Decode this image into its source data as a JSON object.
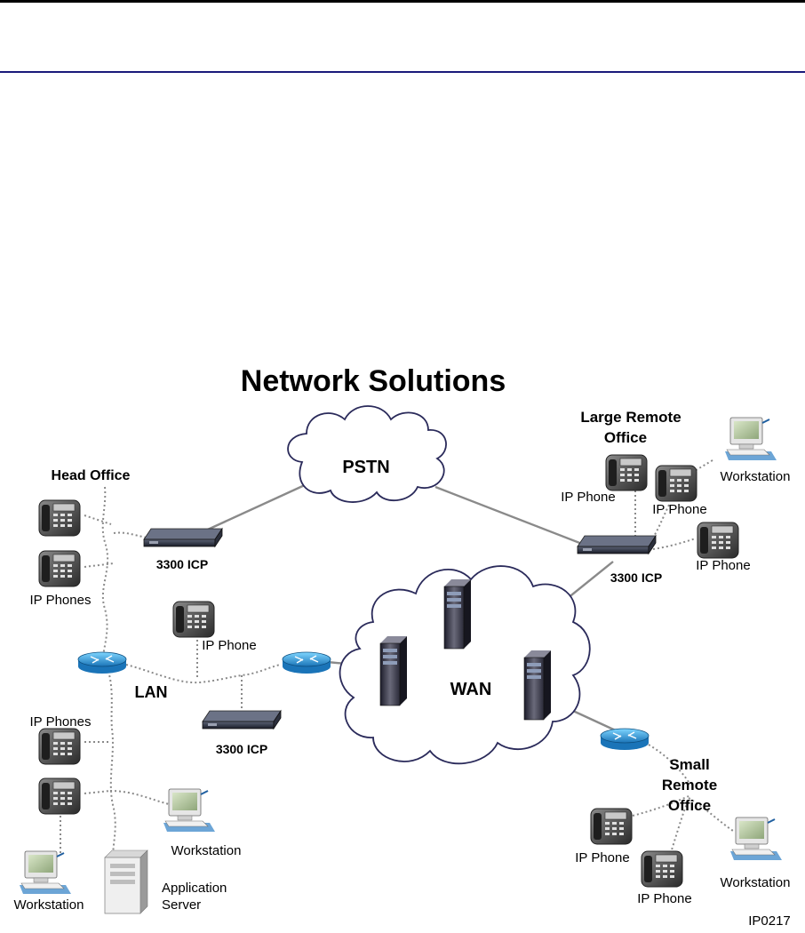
{
  "diagram": {
    "title": "Network Solutions",
    "figure_id": "IP0217",
    "clouds": {
      "pstn": "PSTN",
      "wan": "WAN"
    },
    "head_office": {
      "title": "Head Office",
      "ip_phones_upper": "IP Phones",
      "ip_phones_lower": "IP Phones",
      "icp": "3300 ICP",
      "lan": "LAN",
      "lan_ip_phone": "IP Phone",
      "lan_icp": "3300 ICP",
      "workstation_left": "Workstation",
      "workstation_right": "Workstation",
      "app_server_line1": "Application",
      "app_server_line2": "Server"
    },
    "large_remote_office": {
      "title_line1": "Large Remote",
      "title_line2": "Office",
      "ip_phone_1": "IP Phone",
      "ip_phone_2": "IP Phone",
      "ip_phone_3": "IP Phone",
      "workstation": "Workstation",
      "icp": "3300 ICP"
    },
    "small_remote_office": {
      "title_line1": "Small",
      "title_line2": "Remote",
      "title_line3": "Office",
      "ip_phone_1": "IP Phone",
      "ip_phone_2": "IP Phone",
      "workstation": "Workstation"
    }
  }
}
